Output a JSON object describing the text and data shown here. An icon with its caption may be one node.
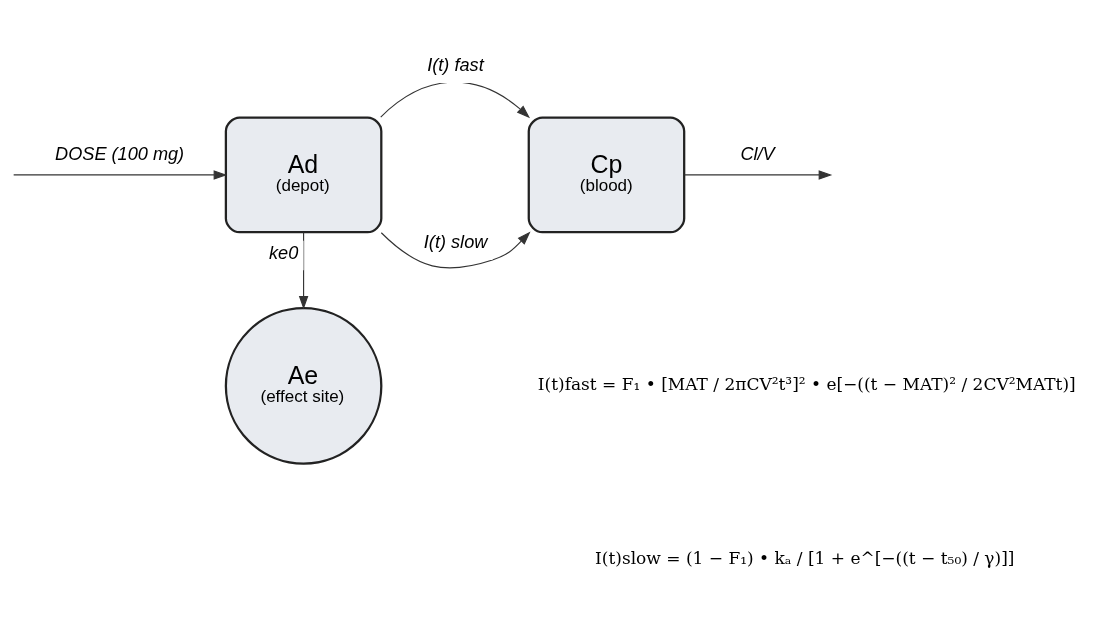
{
  "diagram": {
    "nodes": [
      {
        "text": [
          "Ad",
          "(depot)"
        ]
      },
      {
        "text": [
          "Cp",
          "(blood)"
        ]
      },
      {
        "text": [
          "Ae",
          "(effect site)"
        ]
      }
    ],
    "edges": [
      {
        "from": null,
        "to": 0,
        "arrow": "to",
        "label": "DOSE (100 mg)"
      },
      {
        "from": 0,
        "to": 1,
        "arrow": "to",
        "label": "I(t) fast"
      },
      {
        "from": 0,
        "to": 1,
        "arrow": "to",
        "label": "I(t) slow"
      },
      {
        "from": 1,
        "to": null,
        "arrow": "to",
        "label": "Cl/V"
      },
      {
        "from": 0,
        "to": 2,
        "arrow": "to",
        "label": "ke0"
      }
    ],
    "labels": [
      "I(t)fast = F₁ • [MAT / 2πCV²t³]² • e[−((t − MAT)² / 2CV²MATt)]",
      "I(t)slow = (1 − F₁) • kₐ / [1 + e^[−((t − t₅₀) / γ)]]"
    ]
  }
}
